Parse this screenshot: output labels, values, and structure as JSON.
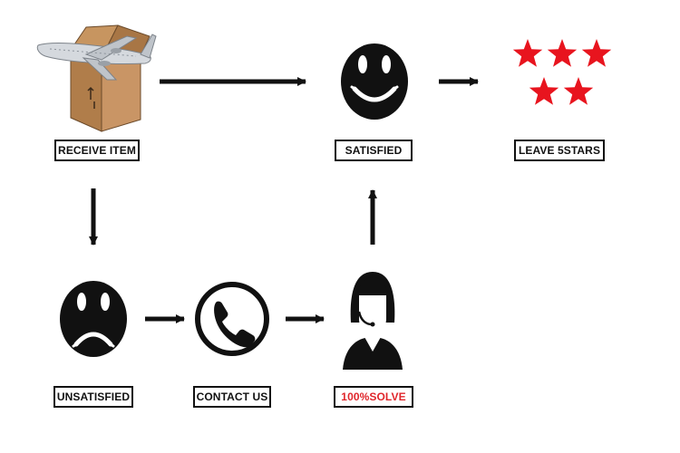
{
  "labels": {
    "receive_item": "RECEIVE ITEM",
    "satisfied": "SATISFIED",
    "leave_5stars": "LEAVE 5STARS",
    "unsatisfied": "UNSATISFIED",
    "contact_us": "CONTACT US",
    "solve": "100%SOLVE"
  },
  "colors": {
    "ink": "#111111",
    "star": "#e8141e",
    "solve_text": "#e0262b",
    "box": "#b07d4a",
    "plane": "#c8ccd2"
  },
  "icons": {
    "receive_item": "package-plane-icon",
    "satisfied": "happy-face-icon",
    "leave_5stars": "five-stars-icon",
    "unsatisfied": "sad-face-icon",
    "contact_us": "phone-icon",
    "solve": "support-agent-icon"
  }
}
